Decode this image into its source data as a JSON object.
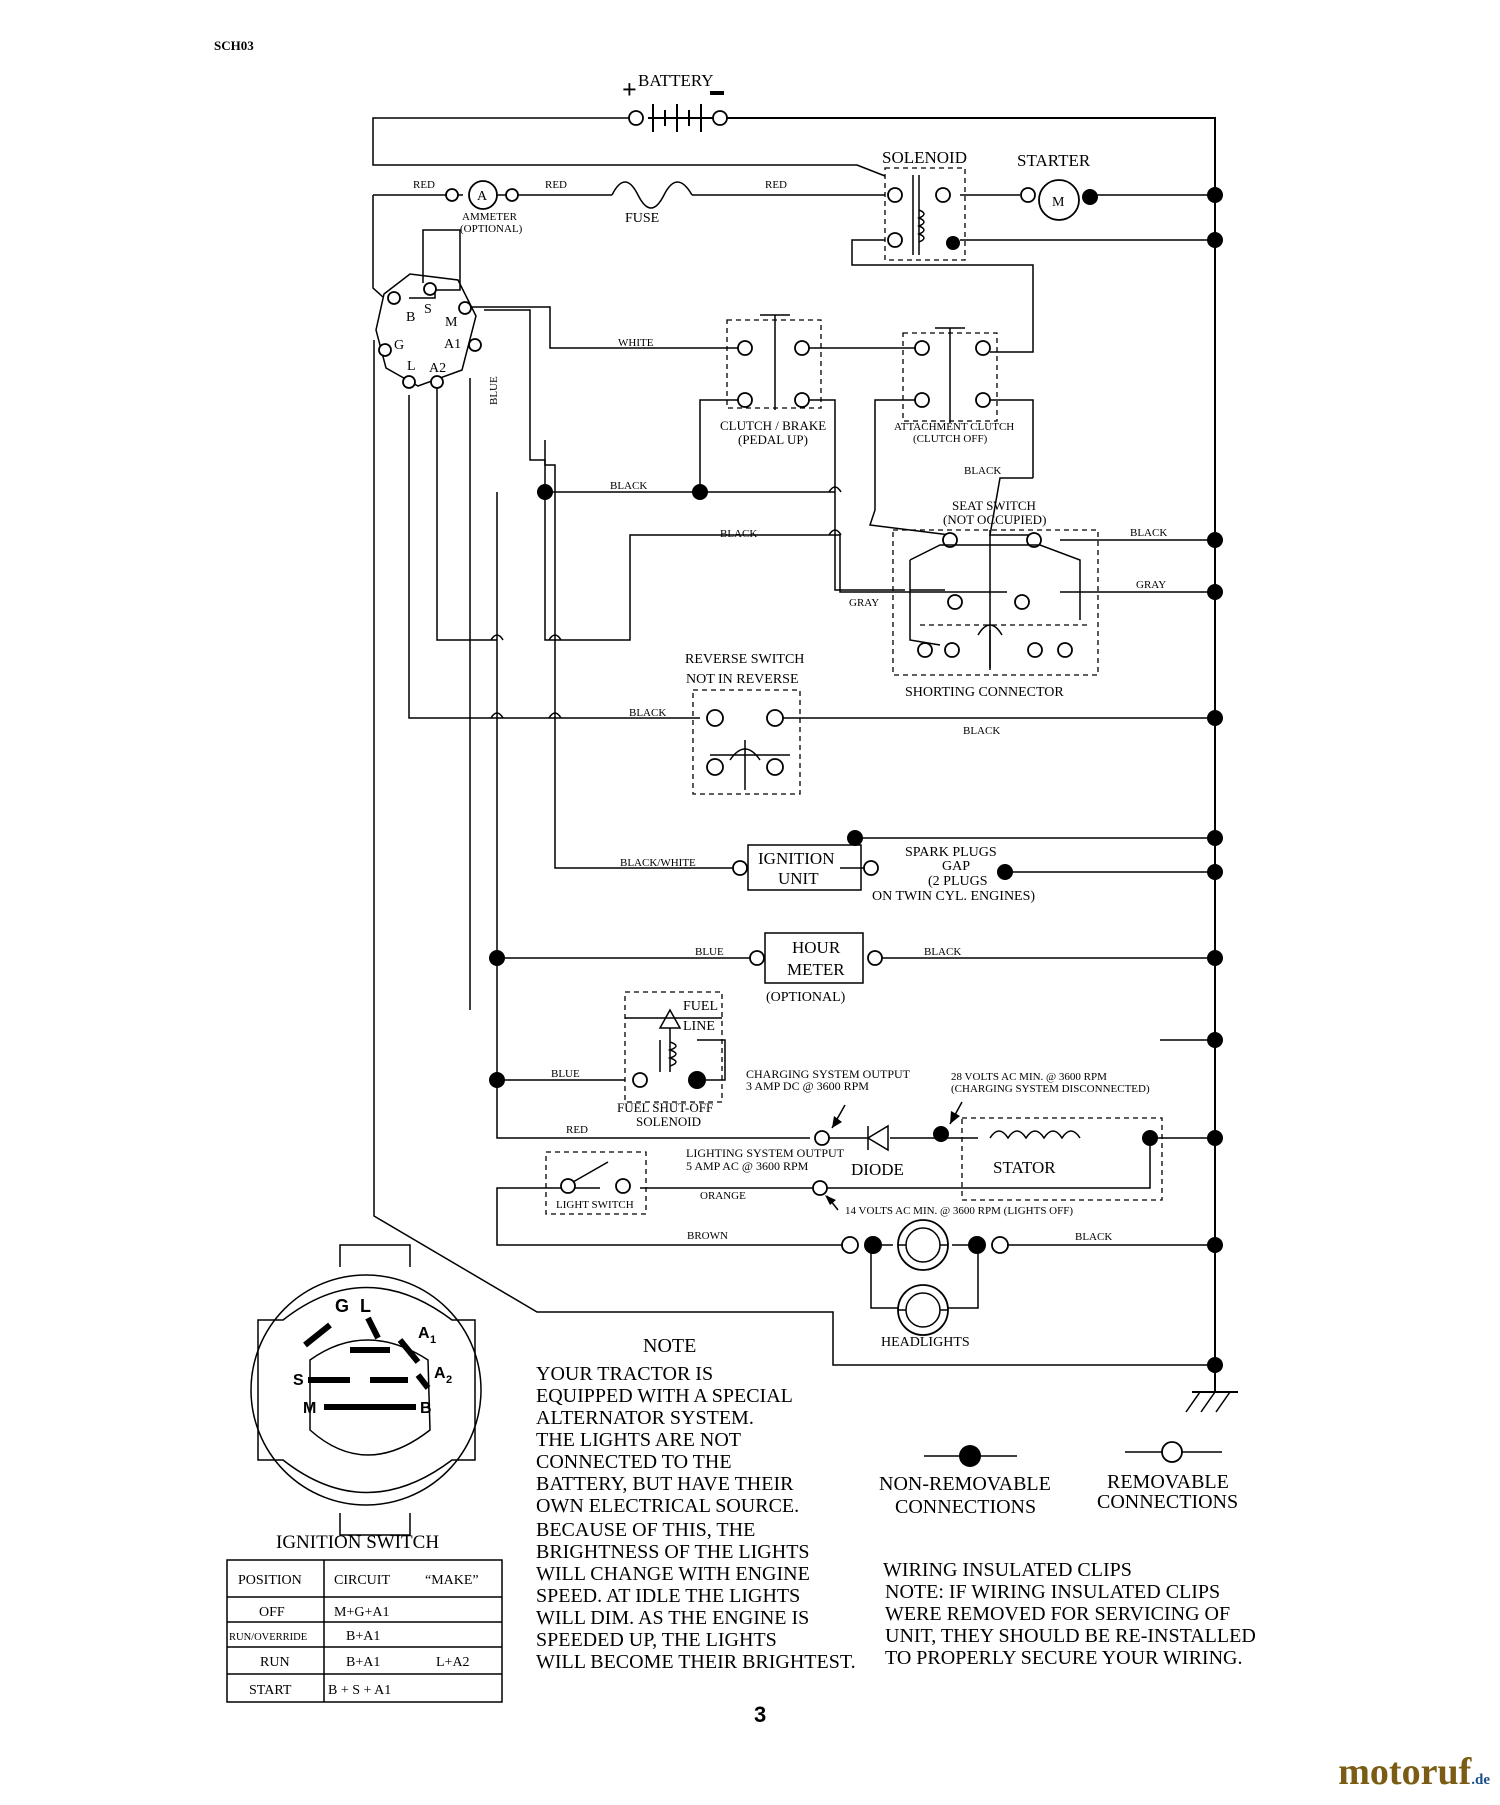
{
  "header": {
    "code": "SCH03"
  },
  "components": {
    "battery": "BATTERY",
    "solenoid": "SOLENOID",
    "starter": "STARTER",
    "motor": "M",
    "ammeter": "A",
    "ammeter_line1": "AMMETER",
    "ammeter_line2": "(OPTIONAL)",
    "fuse": "FUSE",
    "clutch1": "CLUTCH / BRAKE",
    "clutch2": "(PEDAL UP)",
    "attach1": "ATTACHMENT CLUTCH",
    "attach2": "(CLUTCH OFF)",
    "seat1": "SEAT SWITCH",
    "seat2": "(NOT OCCUPIED)",
    "shorting": "SHORTING CONNECTOR",
    "rev1": "REVERSE SWITCH",
    "rev2": "NOT IN REVERSE",
    "ign1": "IGNITION",
    "ign2": "UNIT",
    "spark1": "SPARK PLUGS",
    "spark2": "GAP",
    "spark3": "(2 PLUGS",
    "spark4": "ON TWIN CYL. ENGINES)",
    "hour1": "HOUR",
    "hour2": "METER",
    "hour3": "(OPTIONAL)",
    "fuel1": "FUEL",
    "fuel2": "LINE",
    "fsol1": "FUEL SHUT-OFF",
    "fsol2": "SOLENOID",
    "chg1": "CHARGING SYSTEM OUTPUT",
    "chg2": "3 AMP DC @ 3600 RPM",
    "v28_1": "28 VOLTS AC MIN. @ 3600 RPM",
    "v28_2": "(CHARGING SYSTEM DISCONNECTED)",
    "light1": "LIGHTING SYSTEM OUTPUT",
    "light2": "5 AMP AC @ 3600 RPM",
    "diode": "DIODE",
    "stator": "STATOR",
    "lightsw": "LIGHT SWITCH",
    "v14": "14 VOLTS AC MIN. @ 3600 RPM (LIGHTS OFF)",
    "headlights": "HEADLIGHTS"
  },
  "wires": {
    "red": "RED",
    "white": "WHITE",
    "blue": "BLUE",
    "black": "BLACK",
    "gray": "GRAY",
    "bw": "BLACK/WHITE",
    "orange": "ORANGE",
    "brown": "BROWN"
  },
  "terminals": {
    "b": "B",
    "s": "S",
    "m": "M",
    "g": "G",
    "a1": "A1",
    "l": "L",
    "a2": "A2"
  },
  "ignition_switch": {
    "title": "IGNITION SWITCH",
    "pins": {
      "g": "G",
      "l": "L",
      "a1": "A",
      "a1_sub": "1",
      "s": "S",
      "a2": "A",
      "a2_sub": "2",
      "m": "M",
      "b": "B"
    },
    "headers": [
      "POSITION",
      "CIRCUIT",
      "“MAKE”"
    ],
    "rows": [
      [
        "OFF",
        "M+G+A1",
        ""
      ],
      [
        "RUN/OVERRIDE",
        "B+A1",
        ""
      ],
      [
        "RUN",
        "B+A1",
        "L+A2"
      ],
      [
        "START",
        "B + S + A1",
        ""
      ]
    ]
  },
  "note": {
    "title": "NOTE",
    "lines": [
      "YOUR TRACTOR IS",
      "EQUIPPED WITH A SPECIAL",
      "ALTERNATOR SYSTEM.",
      "THE LIGHTS ARE NOT",
      "CONNECTED TO THE",
      "BATTERY, BUT HAVE THEIR",
      "OWN ELECTRICAL SOURCE.",
      "BECAUSE OF THIS, THE",
      "BRIGHTNESS OF THE LIGHTS",
      "WILL CHANGE WITH ENGINE",
      "SPEED.  AT IDLE THE LIGHTS",
      "WILL DIM.  AS THE ENGINE IS",
      "SPEEDED UP, THE LIGHTS",
      "WILL BECOME THEIR BRIGHTEST."
    ]
  },
  "legend": {
    "nonremovable1": "NON-REMOVABLE",
    "nonremovable2": "CONNECTIONS",
    "removable1": "REMOVABLE",
    "removable2": "CONNECTIONS"
  },
  "clips": {
    "lines": [
      "WIRING INSULATED CLIPS",
      "NOTE:  IF WIRING INSULATED CLIPS",
      "WERE REMOVED FOR SERVICING OF",
      "UNIT, THEY SHOULD BE RE-INSTALLED",
      "TO PROPERLY SECURE YOUR WIRING."
    ]
  },
  "page_number": "3",
  "brand": {
    "name": "motoruf",
    "suffix": ".de"
  }
}
